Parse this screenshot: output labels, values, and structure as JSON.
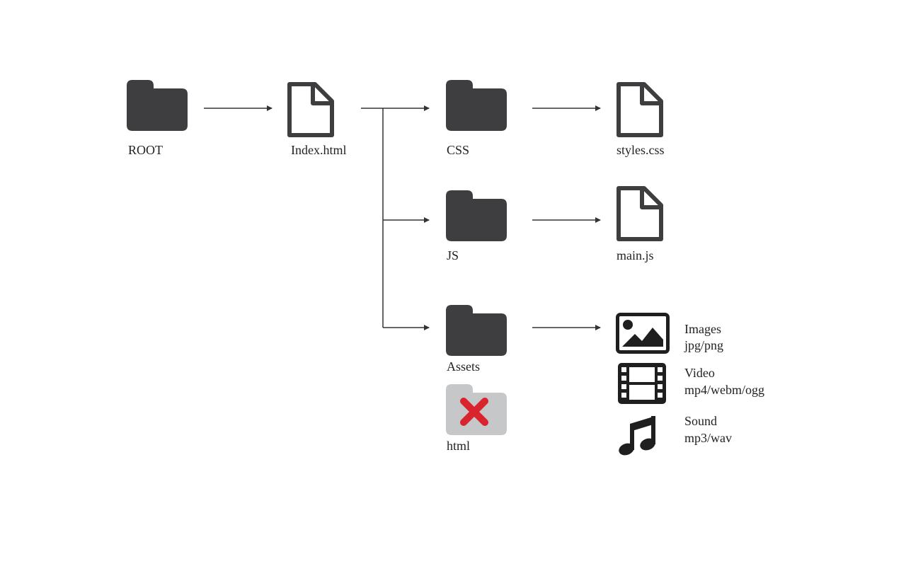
{
  "colors": {
    "folder": "#3e3e40",
    "folder_disabled": "#c6c7c9",
    "cross": "#d9232d",
    "line": "#333333"
  },
  "nodes": {
    "root": {
      "label": "ROOT",
      "icon": "folder-icon"
    },
    "index": {
      "label": "Index.html",
      "icon": "file-icon"
    },
    "css": {
      "label": "CSS",
      "icon": "folder-icon"
    },
    "styles": {
      "label": "styles.css",
      "icon": "file-icon"
    },
    "js": {
      "label": "JS",
      "icon": "folder-icon"
    },
    "main": {
      "label": "main.js",
      "icon": "file-icon"
    },
    "assets": {
      "label": "Assets",
      "icon": "folder-icon"
    },
    "html": {
      "label": "html",
      "icon": "folder-disabled-cross-icon"
    }
  },
  "asset_types": [
    {
      "name": "Images",
      "formats": "jpg/png",
      "icon": "image-icon"
    },
    {
      "name": "Video",
      "formats": "mp4/webm/ogg",
      "icon": "film-icon"
    },
    {
      "name": "Sound",
      "formats": "mp3/wav",
      "icon": "music-note-icon"
    }
  ]
}
